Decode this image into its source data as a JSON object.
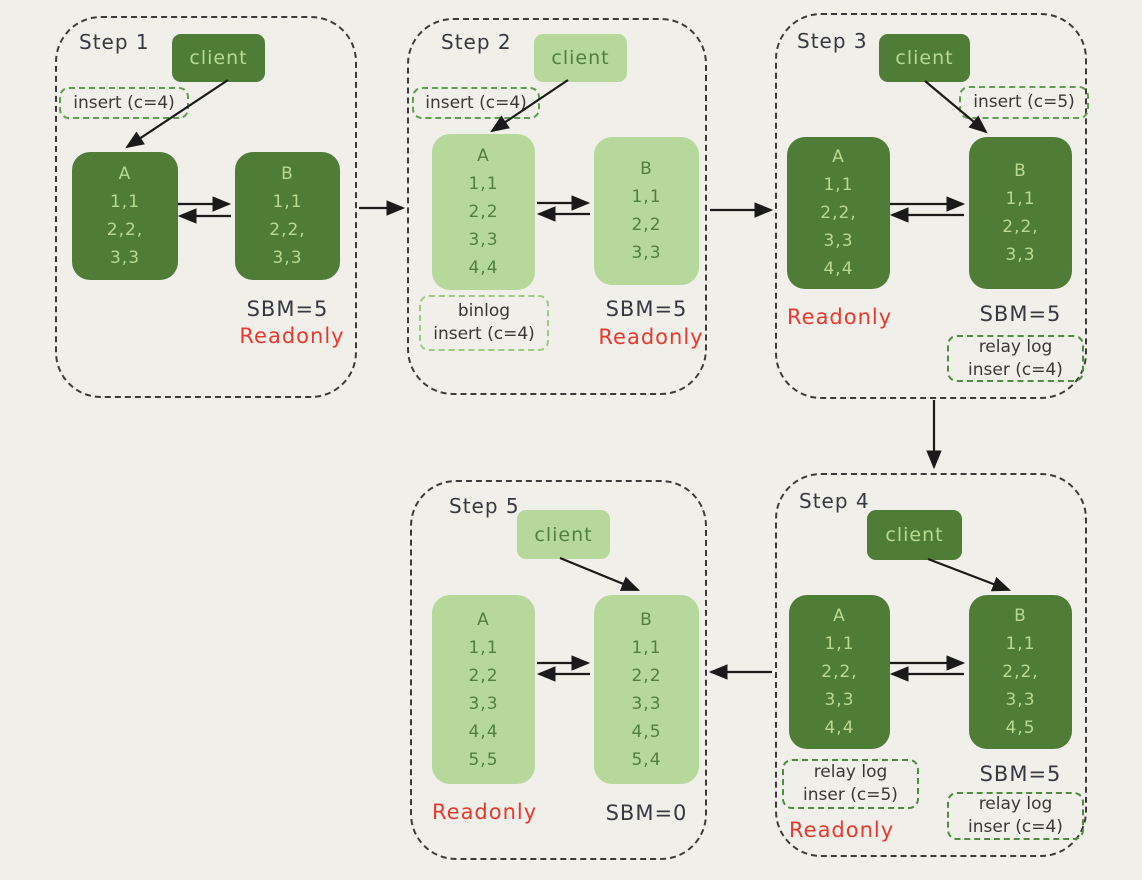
{
  "colors": {
    "background": "#f1efe9",
    "panel_border": "#3b3b3b",
    "dark_node_fill": "#4f7d38",
    "dark_node_text": "#b9d98f",
    "light_node_fill": "#b7d89b",
    "light_node_text": "#50803c",
    "dashed_label_border_medium": "#5e9e4e",
    "dashed_label_border_light": "#9ccb7e",
    "dashed_label_border_strong": "#4e8c3e",
    "status_text": "#343a40",
    "readonly_red": "#e8392e",
    "arrow": "#1a1a1a"
  },
  "panels": [
    {
      "label": "Step 1",
      "client": "client",
      "insert_label": "insert (c=4)",
      "nodes": [
        {
          "title": "A",
          "rows": [
            "1,1",
            "2,2,",
            "3,3"
          ]
        },
        {
          "title": "B",
          "rows": [
            "1,1",
            "2,2,",
            "3,3"
          ]
        }
      ],
      "sbm": "SBM=5",
      "readonly": "Readonly"
    },
    {
      "label": "Step 2",
      "client": "client",
      "insert_label": "insert (c=4)",
      "nodes": [
        {
          "title": "A",
          "rows": [
            "1,1",
            "2,2",
            "3,3",
            "4,4"
          ]
        },
        {
          "title": "B",
          "rows": [
            "1,1",
            "2,2",
            "3,3"
          ]
        }
      ],
      "binlog_label": [
        "binlog",
        "insert (c=4)"
      ],
      "sbm": "SBM=5",
      "readonly": "Readonly"
    },
    {
      "label": "Step 3",
      "client": "client",
      "insert_label": "insert (c=5)",
      "nodes": [
        {
          "title": "A",
          "rows": [
            "1,1",
            "2,2,",
            "3,3",
            "4,4"
          ]
        },
        {
          "title": "B",
          "rows": [
            "1,1",
            "2,2,",
            "3,3"
          ]
        }
      ],
      "readonly": "Readonly",
      "sbm": "SBM=5",
      "relay_label": [
        "relay log",
        "inser (c=4)"
      ]
    },
    {
      "label": "Step 4",
      "client": "client",
      "nodes": [
        {
          "title": "A",
          "rows": [
            "1,1",
            "2,2,",
            "3,3",
            "4,4"
          ]
        },
        {
          "title": "B",
          "rows": [
            "1,1",
            "2,2,",
            "3,3",
            "4,5"
          ]
        }
      ],
      "relay_label_a": [
        "relay log",
        "inser (c=5)"
      ],
      "readonly": "Readonly",
      "sbm": "SBM=5",
      "relay_label_b": [
        "relay log",
        "inser (c=4)"
      ]
    },
    {
      "label": "Step 5",
      "client": "client",
      "nodes": [
        {
          "title": "A",
          "rows": [
            "1,1",
            "2,2",
            "3,3",
            "4,4",
            "5,5"
          ]
        },
        {
          "title": "B",
          "rows": [
            "1,1",
            "2,2",
            "3,3",
            "4,5",
            "5,4"
          ]
        }
      ],
      "readonly": "Readonly",
      "sbm": "SBM=0"
    }
  ]
}
